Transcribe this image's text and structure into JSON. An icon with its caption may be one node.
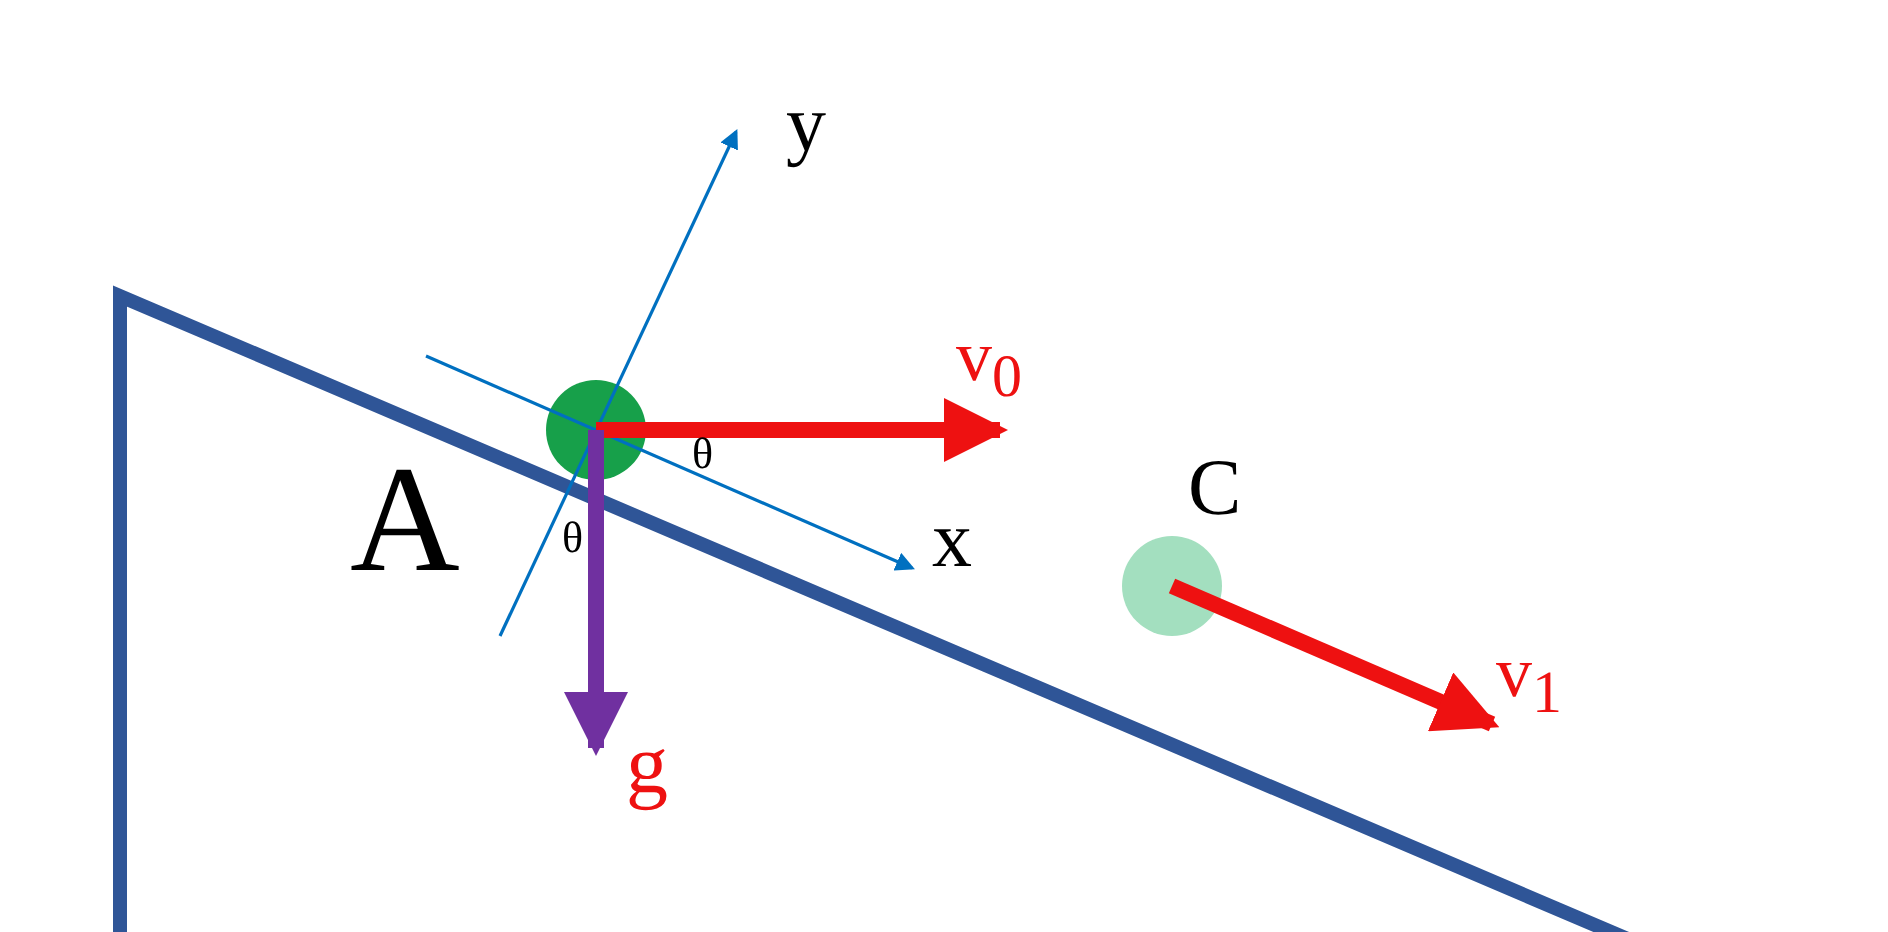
{
  "diagram": {
    "labels": [
      "y",
      "v$_{0}$",
      "θ",
      "A",
      "θ",
      "x",
      "C",
      "g",
      "v$_{1}$"
    ]
  }
}
